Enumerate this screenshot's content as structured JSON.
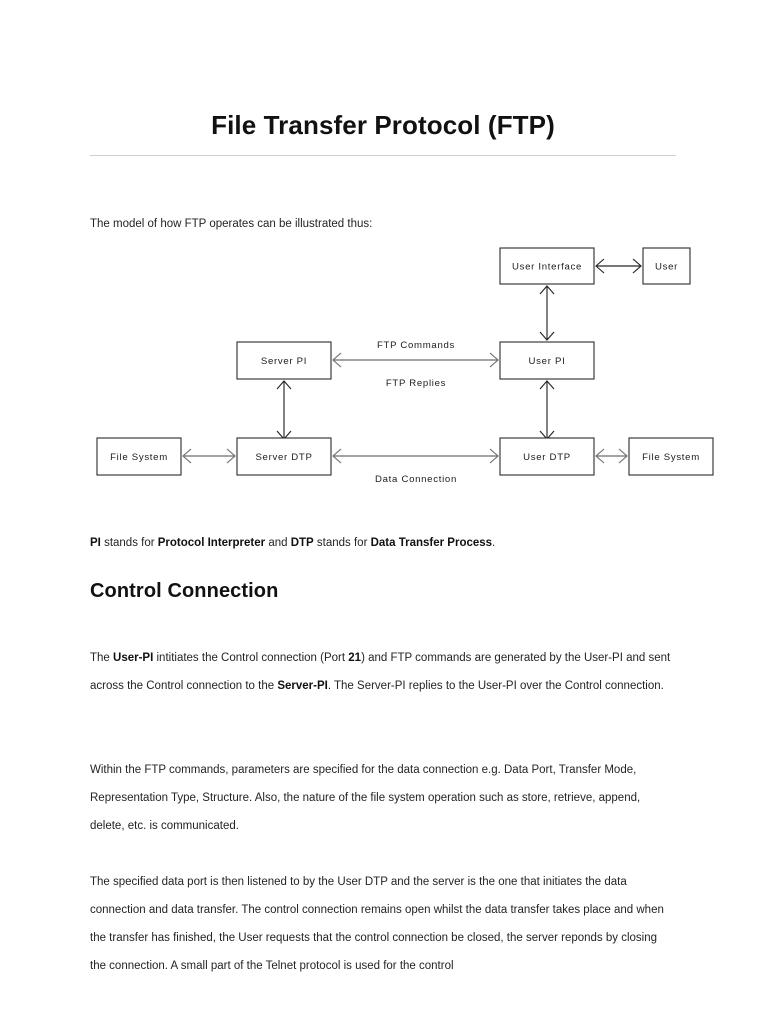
{
  "document": {
    "title": "File Transfer Protocol (FTP)",
    "intro": "The model of how FTP operates can be illustrated thus:",
    "legend": {
      "pi_abbr": "PI",
      "pi_text_1": " stands for ",
      "pi_full": "Protocol Interpreter",
      "conjunction": " and ",
      "dtp_abbr": "DTP",
      "dtp_text_1": " stands for ",
      "dtp_full": "Data Transfer Process",
      "period": "."
    },
    "section_heading": "Control Connection",
    "paragraphs": {
      "p1": {
        "s1": "The ",
        "b1": "User-PI",
        "s2": " intitiates the Control connection (Port ",
        "b2": "21",
        "s3": ") and FTP commands are generated by the User-PI and sent across the Control connection to the ",
        "b3": "Server-PI",
        "s4": ". The Server-PI replies to the User-PI over the Control connection."
      },
      "p2": "Within the FTP commands, parameters are specified for the data connection e.g. Data Port, Transfer Mode, Representation Type, Structure. Also, the nature of the file system operation such as store, retrieve, append, delete, etc. is communicated.",
      "p3": "The specified data port is then listened to by the User DTP and the server is the one that initiates the data connection and data transfer. The control connection remains open whilst the data transfer takes place and when the transfer has finished, the User requests that the control connection be closed, the server reponds by closing the connection. A small part of the Telnet protocol is used for the control"
    }
  },
  "diagram": {
    "name": "ftp-model-diagram",
    "nodes": {
      "user_interface": "User Interface",
      "user": "User",
      "server_pi": "Server PI",
      "user_pi": "User PI",
      "server_dtp": "Server DTP",
      "user_dtp": "User DTP",
      "file_system_left": "File System",
      "file_system_right": "File System"
    },
    "edge_labels": {
      "ftp_commands": "FTP Commands",
      "ftp_replies": "FTP Replies",
      "data_connection": "Data Connection"
    }
  },
  "colors": {
    "page_background": "#ffffff",
    "text": "#242424",
    "heading": "#111111",
    "rule": "#cfcfcf",
    "diagram_box_border": "#2b2b2b",
    "diagram_connector": "#6e6e6e"
  }
}
